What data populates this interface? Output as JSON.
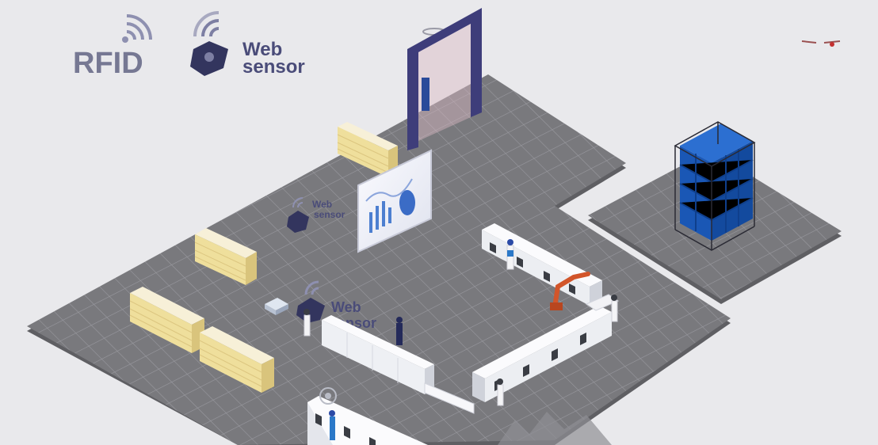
{
  "legend": {
    "rfid": {
      "label": "RFID",
      "icon": "rfid-signal-icon"
    },
    "web_sensor": {
      "line1": "Web",
      "line2": "sensor",
      "icon": "web-sensor-icon"
    }
  },
  "floor_labels": {
    "sensor_a": {
      "line1": "Web",
      "line2": "sensor"
    },
    "sensor_b": {
      "line1": "Web",
      "line2": "sensor"
    }
  },
  "colors": {
    "background": "#e9e9ec",
    "floor": "#79797d",
    "floor_grid": "#8f8f94",
    "label": "#4a4c79",
    "rfid_gate": "#3e3d7a",
    "rack_blue": "#1a57b5",
    "crate": "#f1e0a0",
    "machine": "#f3f3f5",
    "robot_arm": "#d2552a"
  }
}
